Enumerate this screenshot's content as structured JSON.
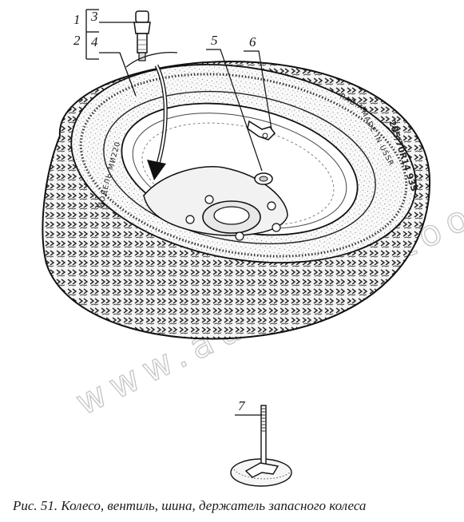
{
  "callouts": {
    "c1": "1",
    "c2": "2",
    "c3": "3",
    "c4": "4",
    "c5": "5",
    "c6": "6",
    "c7": "7"
  },
  "tire_markings": {
    "model": "МОДЕЛЬ МИ220",
    "radial": "RADIAL",
    "made_in": "MADE IN USSR",
    "size": "205/70R14 93S"
  },
  "watermark": "www.automan.too",
  "caption": "Рис. 51. Колесо, вентиль, шина, держатель запасного колеса"
}
